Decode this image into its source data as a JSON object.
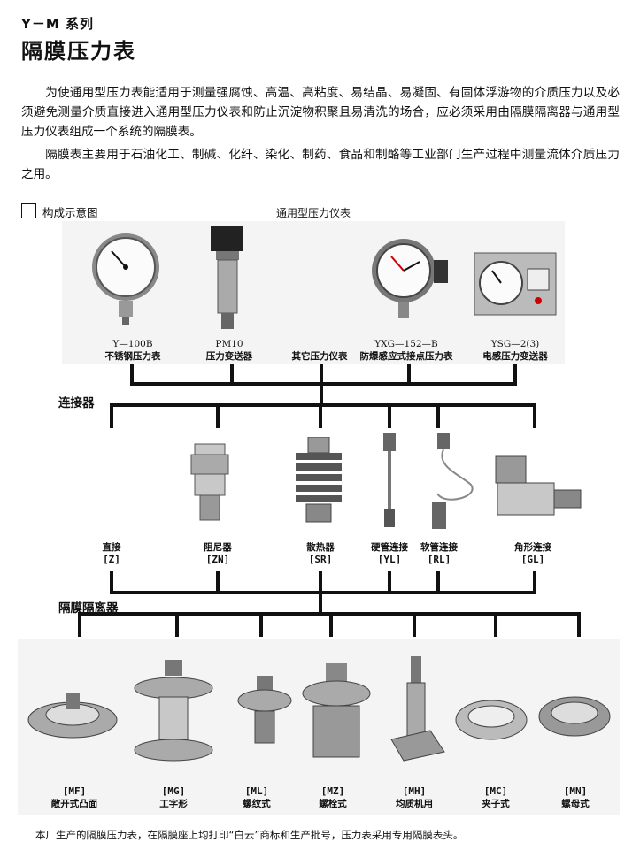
{
  "header": {
    "series": "Y－M 系列",
    "title": "隔膜压力表"
  },
  "intro": {
    "paragraph1": "为使通用型压力表能适用于测量强腐蚀、高温、高粘度、易结晶、易凝固、有固体浮游物的介质压力以及必须避免测量介质直接进入通用型压力仪表和防止沉淀物积聚且易清洗的场合，应必须采用由隔膜隔离器与通用型压力仪表组成一个系统的隔膜表。",
    "paragraph2": "隔膜表主要用于石油化工、制碱、化纤、染化、制药、食品和制酪等工业部门生产过程中测量流体介质压力之用。"
  },
  "diagram": {
    "legend_label": "构成示意图",
    "gauges_header": "通用型压力仪表",
    "gauges": [
      {
        "model": "Y—100B",
        "name": "不锈钢压力表",
        "icon": "stainless-gauge-icon"
      },
      {
        "model": "PM10",
        "name": "压力变送器",
        "icon": "pressure-transmitter-icon"
      },
      {
        "model": "",
        "name": "其它压力仪表",
        "icon": ""
      },
      {
        "model": "YXG—152—B",
        "name": "防爆感应式接点压力表",
        "icon": "explosion-proof-contact-gauge-icon"
      },
      {
        "model": "YSG—2(3)",
        "name": "电感压力变送器",
        "icon": "inductive-transmitter-icon"
      }
    ],
    "connectors_label": "连接器",
    "connectors": [
      {
        "name": "直接",
        "code": "[Z]"
      },
      {
        "name": "阻尼器",
        "code": "[ZN]",
        "icon": "damper-icon"
      },
      {
        "name": "散热器",
        "code": "[SR]",
        "icon": "radiator-icon"
      },
      {
        "name": "硬管连接",
        "code": "[YL]",
        "icon": "rigid-pipe-icon"
      },
      {
        "name": "软管连接",
        "code": "[RL]",
        "icon": "flexible-hose-icon"
      },
      {
        "name": "角形连接",
        "code": "[GL]",
        "icon": "angle-connector-icon"
      }
    ],
    "isolators_label": "隔膜隔离器",
    "isolators": [
      {
        "code": "[MF]",
        "name": "敞开式凸面",
        "icon": "open-flange-isolator-icon"
      },
      {
        "code": "[MG]",
        "name": "工字形",
        "icon": "i-shape-isolator-icon"
      },
      {
        "code": "[ML]",
        "name": "螺纹式",
        "icon": "threaded-isolator-icon"
      },
      {
        "code": "[MZ]",
        "name": "螺栓式",
        "icon": "bolt-isolator-icon"
      },
      {
        "code": "[MH]",
        "name": "均质机用",
        "icon": "homogenizer-isolator-icon"
      },
      {
        "code": "[MC]",
        "name": "夹子式",
        "icon": "clamp-isolator-icon"
      },
      {
        "code": "[MN]",
        "name": "螺母式",
        "icon": "nut-isolator-icon"
      }
    ]
  },
  "footnote": "本厂生产的隔膜压力表，在隔膜座上均打印“白云”商标和生产批号，压力表采用专用隔膜表头。"
}
